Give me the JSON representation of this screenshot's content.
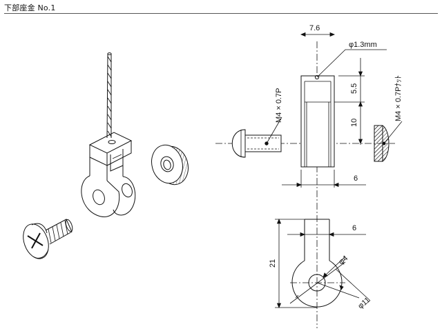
{
  "title": "下部座金 No.1",
  "dimensions": {
    "width_top": "7.6",
    "hole_diameter": "φ1.3mm",
    "height_upper": "5.5",
    "height_lower": "10",
    "screw_label": "M4 × 0.7P",
    "nut_label": "M4 × 0.7Pﾅｯﾄ",
    "slot_width": "6",
    "tab_width": "6",
    "overall_height": "21",
    "inner_diameter": "φ4",
    "outer_diameter": "φ11"
  }
}
